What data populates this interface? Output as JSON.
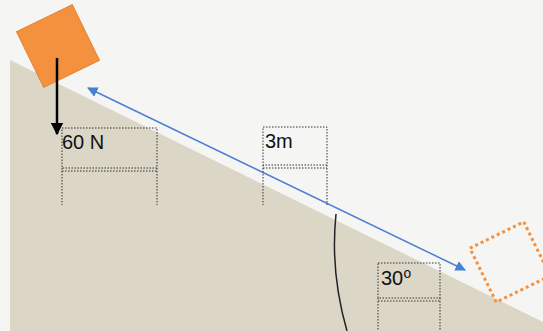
{
  "diagram": {
    "labels": [
      "60 N",
      "3m",
      "30⁰"
    ]
  }
}
